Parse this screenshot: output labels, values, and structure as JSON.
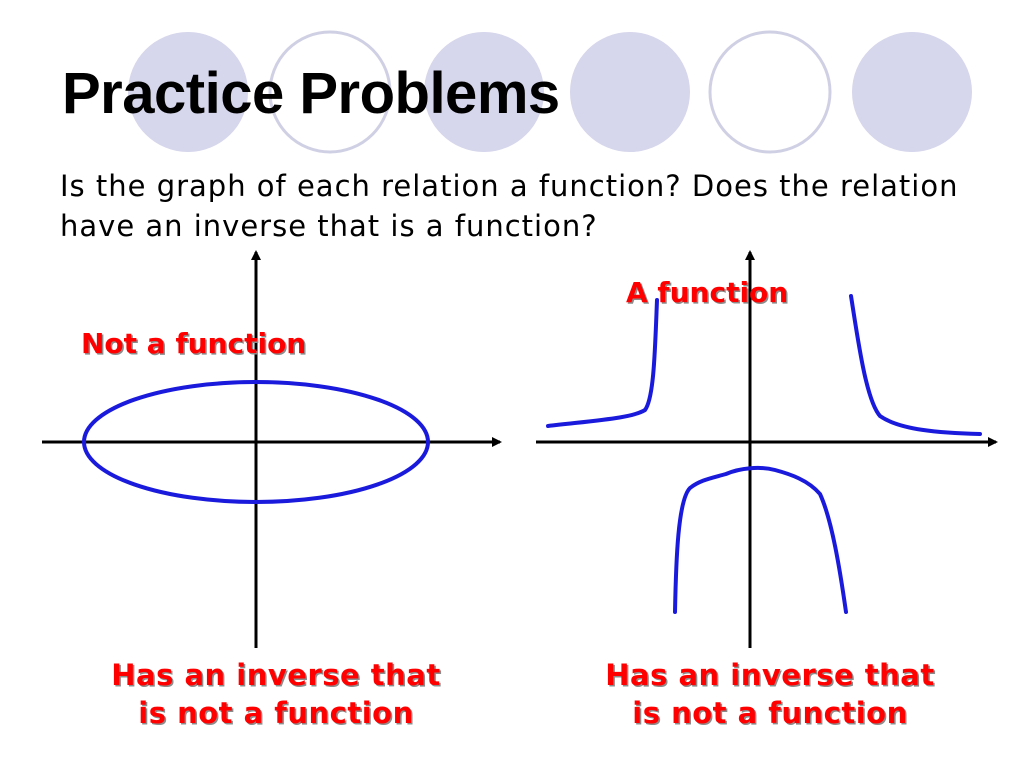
{
  "slide": {
    "title": "Practice Problems",
    "question": "Is the graph of each relation a function?  Does the relation have an inverse that is a function?",
    "colors": {
      "circle_fill": "#d6d6ec",
      "circle_outline": "#c8c8e0",
      "curve": "#1a1adc",
      "label": "#ff0000",
      "text": "#000000"
    }
  },
  "left_graph": {
    "shape": "ellipse",
    "function_label": "Not a function",
    "inverse_line1": "Has an inverse that",
    "inverse_line2": "is not a function"
  },
  "right_graph": {
    "shape": "reciprocal-like curves",
    "function_label": "A function",
    "inverse_line1": "Has an inverse that",
    "inverse_line2": "is not a function"
  }
}
